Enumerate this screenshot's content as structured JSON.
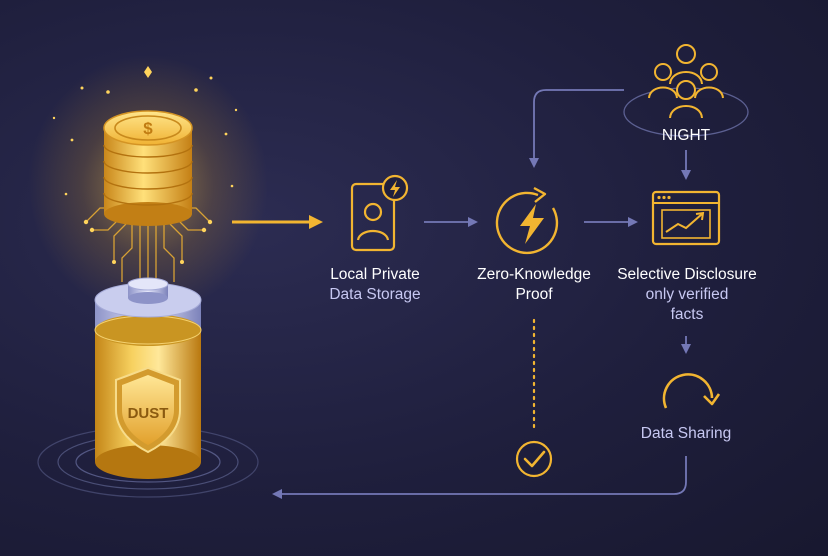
{
  "coin_symbol": "$",
  "battery_badge": "DUST",
  "nodes": {
    "storage": {
      "line1": "Local Private",
      "line2": "Data Storage"
    },
    "zkp": {
      "line1": "Zero-Knowledge",
      "line2": "Proof"
    },
    "disclosure": {
      "line1": "Selective Disclosure",
      "line2": "only verified",
      "line3": "facts"
    },
    "night": {
      "label": "NIGHT"
    },
    "sharing": {
      "label": "Data Sharing"
    }
  },
  "colors": {
    "background": "#1f1f3d",
    "gold": "#f2b531",
    "gold_light": "#ffe38a",
    "arrow_blue": "#7478b6",
    "text_white": "#ffffff",
    "text_lavender": "#c7c8f2"
  },
  "icons": [
    "dollar-coin-icon",
    "battery-icon",
    "shield-icon",
    "phone-user-icon",
    "lightning-icon",
    "circular-arrow-icon",
    "user-group-icon",
    "browser-chart-icon",
    "refresh-icon",
    "check-circle-icon"
  ]
}
